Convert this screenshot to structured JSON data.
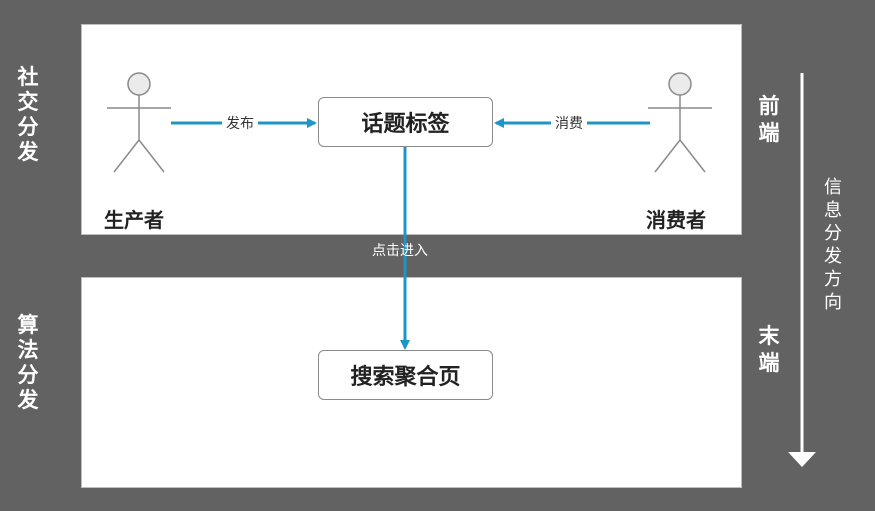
{
  "sections": {
    "social": "社交分发",
    "algorithm": "算法分发",
    "front": "前端",
    "back": "末端",
    "flow_direction": "信息分发方向"
  },
  "nodes": {
    "topic_tag": "话题标签",
    "search_page": "搜索聚合页",
    "producer": "生产者",
    "consumer": "消费者"
  },
  "edges": {
    "publish": "发布",
    "consume": "消费",
    "click_enter": "点击进入"
  },
  "colors": {
    "background": "#626262",
    "arrow": "#1e95c4",
    "panel": "#ffffff"
  }
}
